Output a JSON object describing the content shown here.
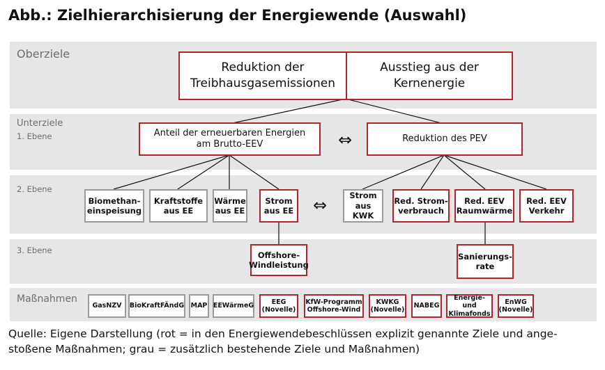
{
  "title": "Abb.: Zielhierarchisierung der Energiewende (Auswahl)",
  "levels": {
    "oberziele": "Oberziele",
    "unterziele": "Unterziele",
    "ebene1": "1. Ebene",
    "ebene2": "2. Ebene",
    "ebene3": "3. Ebene",
    "massnahmen": "Maßnahmen"
  },
  "oberziele": {
    "left": [
      "Reduktion der",
      "Treibhausgasemissionen"
    ],
    "right": [
      "Ausstieg aus der",
      "Kernenergie"
    ]
  },
  "ebene1": {
    "left": [
      "Anteil der erneuerbaren Energien",
      "am Brutto-EEV"
    ],
    "right": [
      "Reduktion des PEV"
    ],
    "arrow": "⇔"
  },
  "ebene2": {
    "arrow": "⇔",
    "items": [
      {
        "lines": [
          "Biomethan-",
          "einspeisung"
        ],
        "color": "gray"
      },
      {
        "lines": [
          "Kraftstoffe",
          "aus EE"
        ],
        "color": "gray"
      },
      {
        "lines": [
          "Wärme",
          "aus EE"
        ],
        "color": "gray"
      },
      {
        "lines": [
          "Strom",
          "aus EE"
        ],
        "color": "red"
      },
      {
        "lines": [
          "Strom",
          "aus KWK"
        ],
        "color": "gray"
      },
      {
        "lines": [
          "Red. Strom-",
          "verbrauch"
        ],
        "color": "red"
      },
      {
        "lines": [
          "Red. EEV",
          "Raumwärme"
        ],
        "color": "red"
      },
      {
        "lines": [
          "Red. EEV",
          "Verkehr"
        ],
        "color": "red"
      }
    ]
  },
  "ebene3": {
    "left": [
      "Offshore-",
      "Windleistung"
    ],
    "right": [
      "Sanierungs-",
      "rate"
    ]
  },
  "massnahmen": [
    {
      "lines": [
        "GasNZV"
      ],
      "color": "gray"
    },
    {
      "lines": [
        "BioKraftFÄndG"
      ],
      "color": "gray"
    },
    {
      "lines": [
        "MAP"
      ],
      "color": "gray"
    },
    {
      "lines": [
        "EEWärmeG"
      ],
      "color": "gray"
    },
    {
      "lines": [
        "EEG",
        "(Novelle)"
      ],
      "color": "red"
    },
    {
      "lines": [
        "KfW-Programm",
        "Offshore-Wind"
      ],
      "color": "red"
    },
    {
      "lines": [
        "KWKG",
        "(Novelle)"
      ],
      "color": "red"
    },
    {
      "lines": [
        "NABEG"
      ],
      "color": "red"
    },
    {
      "lines": [
        "Energie- und",
        "Klimafonds"
      ],
      "color": "red"
    },
    {
      "lines": [
        "EnWG",
        "(Novelle)"
      ],
      "color": "red"
    }
  ],
  "source": "Quelle: Eigene Darstellung (rot = in den Energiewendebeschlüssen explizit genannte Ziele und ange-stoßene Maßnahmen; grau = zusätzlich bestehende Ziele und Maßnahmen)",
  "source_lines": [
    "Quelle: Eigene Darstellung (rot = in den Energiewendebeschlüssen explizit genannte Ziele und ange-",
    "stoßene Maßnahmen; grau = zusätzlich bestehende Ziele und Maßnahmen)"
  ],
  "colors": {
    "red": "#b3242a",
    "gray": "#9a9a9a",
    "band": "#e6e6e6"
  }
}
